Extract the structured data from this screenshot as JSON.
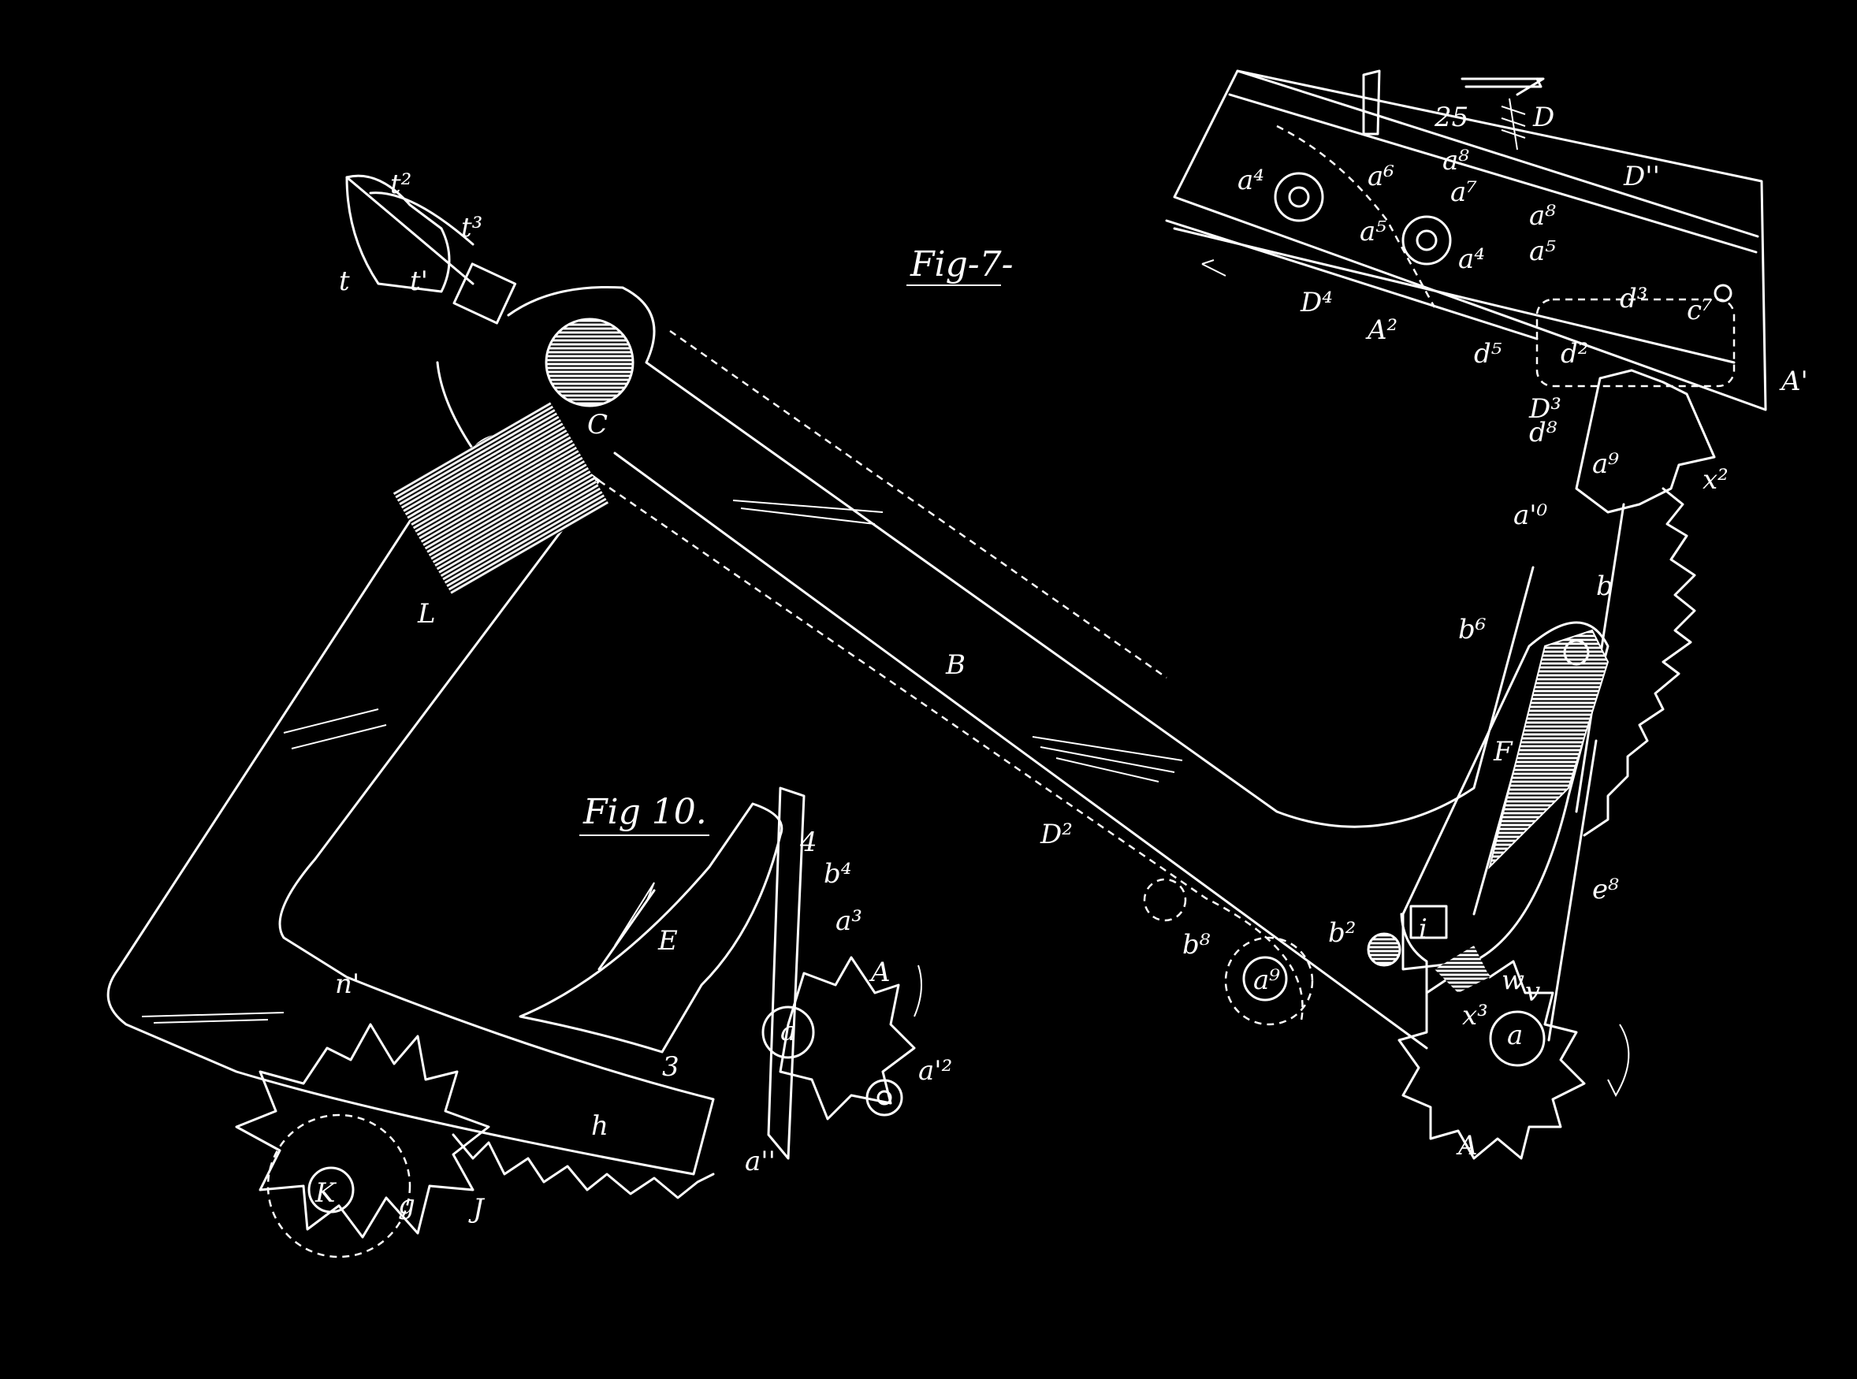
{
  "figures": {
    "fig7": "Fig-7-",
    "fig10": "Fig 10."
  },
  "labels": {
    "t2": "t²",
    "t3": "t³",
    "t": "t",
    "tprime": "t'",
    "n1": "n'",
    "C": "C",
    "L": "L",
    "B": "B",
    "D2": "D²",
    "b8": "b⁸",
    "a9_lower": "a⁹",
    "b2": "b²",
    "i": "i",
    "K": "K",
    "g": "g",
    "J": "J",
    "h": "h",
    "E": "E",
    "four": "4",
    "three": "3",
    "b4": "b⁴",
    "a3": "a³",
    "A_fig10": "A",
    "a_fig10": "a",
    "a12": "a'²",
    "a11": "a''",
    "a4_1": "a⁴",
    "a6": "a⁶",
    "a8": "a⁸",
    "a7": "a⁷",
    "a5_1": "a⁵",
    "a4_2": "a⁴",
    "a5_2": "a⁵",
    "a8_2": "a⁸",
    "25": "25",
    "D": "D",
    "D11": "D''",
    "D4": "D⁴",
    "A2": "A²",
    "d5": "d⁵",
    "d2": "d²",
    "d3": "d³",
    "c7": "c⁷",
    "A1": "A'",
    "D3": "D³",
    "d8": "d⁸",
    "a9_upper": "a⁹",
    "x2": "x²",
    "a10": "a'⁰",
    "b": "b",
    "b6": "b⁶",
    "F": "F",
    "e8": "e⁸",
    "w": "w",
    "v": "v",
    "x3": "x³",
    "a_right": "a",
    "A_right": "A"
  }
}
